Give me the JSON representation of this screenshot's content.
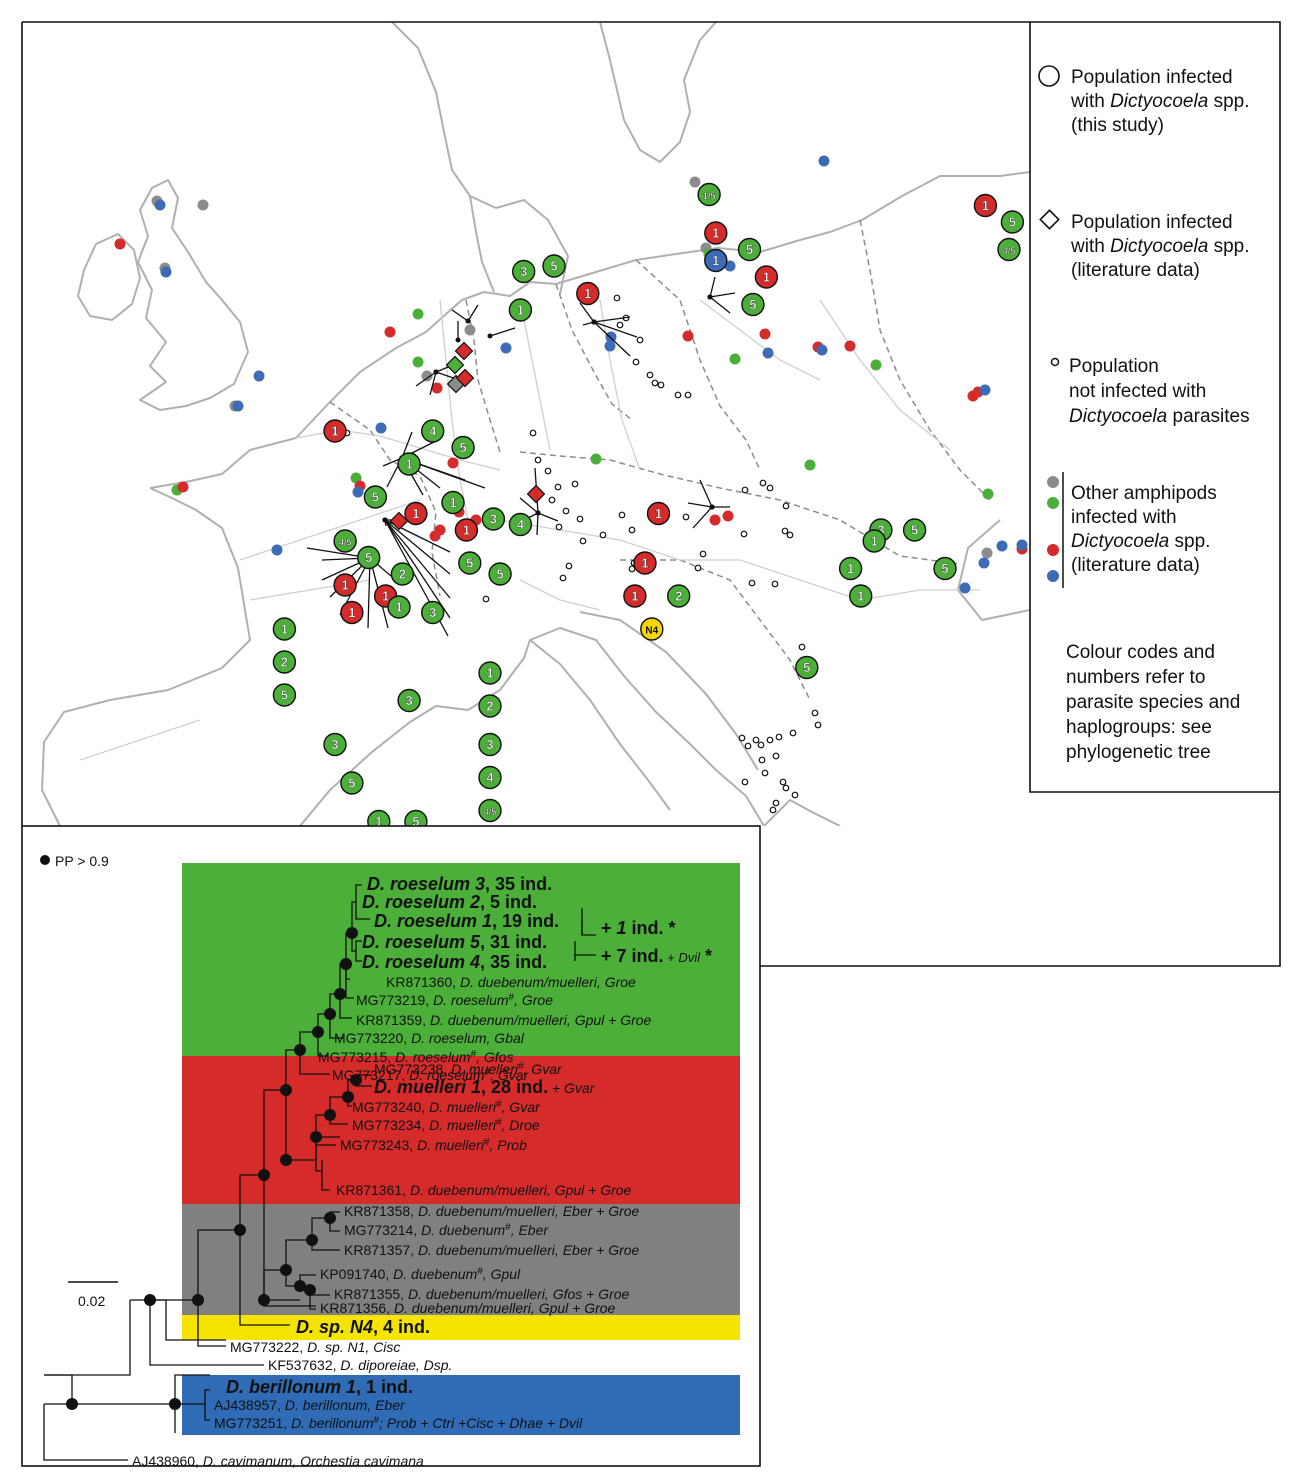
{
  "legend": {
    "this_study": {
      "l1": "Population infected",
      "l2_pre": "with ",
      "l2_it": "Dictyocoela",
      "l2_post": " spp.",
      "l3": "(this study)"
    },
    "literature": {
      "l1": "Population infected",
      "l2_pre": "with ",
      "l2_it": "Dictyocoela",
      "l2_post": " spp.",
      "l3": "(literature data)"
    },
    "not_infected": {
      "l1": "Population",
      "l2": "not infected with",
      "l3_it": "Dictyocoela",
      "l3_post": " parasites"
    },
    "other": {
      "l1": "Other amphipods",
      "l2": "infected with",
      "l3_it": "Dictyocoela",
      "l3_post": " spp.",
      "l4": "(literature data)"
    },
    "note": [
      "Colour codes and",
      "numbers refer to",
      "parasite species and",
      "haplogroups: see",
      "phylogenetic tree"
    ]
  },
  "colors": {
    "green": "#4caf3a",
    "red": "#d52b2b",
    "gray": "#8c8c8c",
    "blue": "#3d6bb5",
    "yellow": "#f4d600"
  },
  "map_markers": [
    {
      "n": "3",
      "c": "green",
      "lat": 52.9,
      "lon": 6.6
    },
    {
      "n": "5",
      "c": "green",
      "lat": 53.0,
      "lon": 7.5
    },
    {
      "n": "1",
      "c": "green",
      "lat": 52.2,
      "lon": 6.5
    },
    {
      "n": "1",
      "c": "red",
      "lat": 52.5,
      "lon": 8.5
    },
    {
      "n": "1/5",
      "c": "green",
      "lat": 54.3,
      "lon": 12.1
    },
    {
      "n": "1",
      "c": "red",
      "lat": 53.6,
      "lon": 12.3
    },
    {
      "n": "1",
      "c": "blue",
      "lat": 53.1,
      "lon": 12.3
    },
    {
      "n": "5",
      "c": "green",
      "lat": 53.3,
      "lon": 13.3
    },
    {
      "n": "1",
      "c": "red",
      "lat": 52.8,
      "lon": 13.8
    },
    {
      "n": "5",
      "c": "green",
      "lat": 52.3,
      "lon": 13.4
    },
    {
      "n": "1",
      "c": "red",
      "lat": 54.1,
      "lon": 20.3
    },
    {
      "n": "5",
      "c": "green",
      "lat": 53.8,
      "lon": 21.1
    },
    {
      "n": "4/5",
      "c": "green",
      "lat": 53.3,
      "lon": 21.0
    },
    {
      "n": "1",
      "c": "red",
      "lat": 50.0,
      "lon": 1.0
    },
    {
      "n": "4",
      "c": "green",
      "lat": 50.0,
      "lon": 3.9
    },
    {
      "n": "5",
      "c": "green",
      "lat": 49.7,
      "lon": 4.8
    },
    {
      "n": "1",
      "c": "green",
      "lat": 49.4,
      "lon": 3.2
    },
    {
      "n": "5",
      "c": "green",
      "lat": 48.8,
      "lon": 2.2
    },
    {
      "n": "1",
      "c": "red",
      "lat": 48.5,
      "lon": 3.4
    },
    {
      "n": "1",
      "c": "green",
      "lat": 48.7,
      "lon": 4.5
    },
    {
      "n": "1",
      "c": "red",
      "lat": 48.2,
      "lon": 4.9
    },
    {
      "n": "3",
      "c": "green",
      "lat": 48.4,
      "lon": 5.7
    },
    {
      "n": "4",
      "c": "green",
      "lat": 48.3,
      "lon": 6.5
    },
    {
      "n": "4/5",
      "c": "green",
      "lat": 48.0,
      "lon": 1.3
    },
    {
      "n": "5",
      "c": "green",
      "lat": 47.7,
      "lon": 2.0
    },
    {
      "n": "2",
      "c": "green",
      "lat": 47.4,
      "lon": 3.0
    },
    {
      "n": "5",
      "c": "green",
      "lat": 47.6,
      "lon": 5.0
    },
    {
      "n": "5",
      "c": "green",
      "lat": 47.4,
      "lon": 5.9
    },
    {
      "n": "1",
      "c": "red",
      "lat": 47.2,
      "lon": 1.3
    },
    {
      "n": "1",
      "c": "red",
      "lat": 46.7,
      "lon": 1.5
    },
    {
      "n": "1",
      "c": "red",
      "lat": 47.0,
      "lon": 2.5
    },
    {
      "n": "1",
      "c": "green",
      "lat": 46.8,
      "lon": 2.9
    },
    {
      "n": "3",
      "c": "green",
      "lat": 46.7,
      "lon": 3.9
    },
    {
      "n": "1",
      "c": "green",
      "lat": 46.4,
      "lon": -0.5
    },
    {
      "n": "2",
      "c": "green",
      "lat": 45.8,
      "lon": -0.5
    },
    {
      "n": "5",
      "c": "green",
      "lat": 45.2,
      "lon": -0.5
    },
    {
      "n": "3",
      "c": "green",
      "lat": 44.3,
      "lon": 1.0
    },
    {
      "n": "5",
      "c": "green",
      "lat": 43.6,
      "lon": 1.5
    },
    {
      "n": "3",
      "c": "green",
      "lat": 45.1,
      "lon": 3.2
    },
    {
      "n": "1",
      "c": "green",
      "lat": 45.6,
      "lon": 5.6
    },
    {
      "n": "2",
      "c": "green",
      "lat": 45.0,
      "lon": 5.6
    },
    {
      "n": "3",
      "c": "green",
      "lat": 44.3,
      "lon": 5.6
    },
    {
      "n": "4",
      "c": "green",
      "lat": 43.7,
      "lon": 5.6
    },
    {
      "n": "4/5",
      "c": "green",
      "lat": 43.1,
      "lon": 5.6
    },
    {
      "n": "1",
      "c": "green",
      "lat": 42.9,
      "lon": 2.3
    },
    {
      "n": "5",
      "c": "green",
      "lat": 42.9,
      "lon": 3.4
    },
    {
      "n": "1",
      "c": "red",
      "lat": 48.5,
      "lon": 10.6
    },
    {
      "n": "1",
      "c": "red",
      "lat": 47.6,
      "lon": 10.2
    },
    {
      "n": "1",
      "c": "red",
      "lat": 47.0,
      "lon": 9.9
    },
    {
      "n": "2",
      "c": "green",
      "lat": 47.0,
      "lon": 11.2
    },
    {
      "n": "N4",
      "c": "yellow",
      "lat": 46.4,
      "lon": 10.4
    },
    {
      "n": "1",
      "c": "green",
      "lat": 47.5,
      "lon": 16.3
    },
    {
      "n": "3",
      "c": "green",
      "lat": 48.2,
      "lon": 17.2
    },
    {
      "n": "5",
      "c": "green",
      "lat": 48.2,
      "lon": 18.2
    },
    {
      "n": "1",
      "c": "green",
      "lat": 48.0,
      "lon": 17.0
    },
    {
      "n": "5",
      "c": "green",
      "lat": 47.5,
      "lon": 19.1
    },
    {
      "n": "1",
      "c": "green",
      "lat": 47.0,
      "lon": 16.6
    },
    {
      "n": "5",
      "c": "green",
      "lat": 45.7,
      "lon": 15.0
    }
  ],
  "tree": {
    "pp_legend": "PP > 0.9",
    "scale": "0.02",
    "roeselum3": {
      "name": "D. roeselum 3",
      "count": ", 35 ind."
    },
    "roeselum2": {
      "name": "D. roeselum 2",
      "count": ", 5 ind."
    },
    "roeselum1": {
      "name": "D. roeselum 1",
      "count": ", 19 ind."
    },
    "roeselum5": {
      "name": "D. roeselum 5",
      "count": ", 31 ind."
    },
    "roeselum4": {
      "name": "D. roeselum 4",
      "count": ", 35 ind."
    },
    "plus1": {
      "pre": "+ ",
      "it": "1",
      "post": " ind. *"
    },
    "plus7": {
      "text": "+ 7 ind.",
      "small": " + Dvil",
      "star": " *"
    },
    "muelleri1": {
      "name": "D. muelleri 1",
      "count": ", 28 ind.",
      "small": " + Gvar"
    },
    "spN4": {
      "name": "D. sp. N4",
      "count": ", 4 ind."
    },
    "berillonum1": {
      "name": "D. berillonum 1",
      "count": ", 1 ind."
    },
    "seqs": {
      "s1": {
        "acc": "KR871360, ",
        "rest": "D. duebenum/muelleri, Groe",
        "hash": ""
      },
      "s2": {
        "acc": "MG773219, ",
        "rest": "D. roeselum",
        "hash": "#",
        "post": ", Groe"
      },
      "s3": {
        "acc": "KR871359, ",
        "rest": "D. duebenum/muelleri, Gpul + Groe",
        "hash": ""
      },
      "s4": {
        "acc": "MG773220, ",
        "rest": "D. roeselum, Gbal",
        "hash": ""
      },
      "s5": {
        "acc": "MG773215, ",
        "rest": "D. roeselum",
        "hash": "#",
        "post": ", Gfos"
      },
      "s6": {
        "acc": "MG773217, ",
        "rest": "D. roeselum",
        "hash": "#",
        "post": ", Gvar"
      },
      "s7": {
        "acc": "MG773238, ",
        "rest": "D. muelleri",
        "hash": "#",
        "post": ", Gvar"
      },
      "s8": {
        "acc": "MG773240, ",
        "rest": "D. muelleri",
        "hash": "#",
        "post": ", Gvar"
      },
      "s9": {
        "acc": "MG773234, ",
        "rest": "D. muelleri",
        "hash": "#",
        "post": ", Droe"
      },
      "s10": {
        "acc": "MG773243, ",
        "rest": "D. muelleri",
        "hash": "#",
        "post": ", Prob"
      },
      "s11": {
        "acc": "KR871361, ",
        "rest": "D. duebenum/muelleri, Gpul + Groe",
        "hash": ""
      },
      "s12": {
        "acc": "KR871358, ",
        "rest": "D. duebenum/muelleri, Eber + Groe",
        "hash": ""
      },
      "s13": {
        "acc": "MG773214, ",
        "rest": "D. duebenum",
        "hash": "#",
        "post": ", Eber"
      },
      "s14": {
        "acc": "KR871357, ",
        "rest": "D. duebenum/muelleri, Eber + Groe",
        "hash": ""
      },
      "s15": {
        "acc": "KP091740, ",
        "rest": "D. duebenum",
        "hash": "#",
        "post": ", Gpul"
      },
      "s16": {
        "acc": "KR871355, ",
        "rest": "D. duebenum/muelleri, Gfos + Groe",
        "hash": ""
      },
      "s17": {
        "acc": "KR871356, ",
        "rest": "D. duebenum/muelleri, Gpul + Groe",
        "hash": ""
      },
      "s18": {
        "acc": "MG773222, ",
        "rest": "D. sp. N1, Cisc",
        "hash": ""
      },
      "s19": {
        "acc": "KF537632, ",
        "rest": "D. diporeiae, Dsp.",
        "hash": ""
      },
      "s20": {
        "acc": "AJ438957, ",
        "rest": "D. berillonum, Eber",
        "hash": ""
      },
      "s21": {
        "acc": "MG773251, ",
        "rest": "D. berillonum",
        "hash": "#",
        "post": "; Prob + Ctri +Cisc + Dhae + Dvil"
      },
      "s22": {
        "acc": "AJ438960, ",
        "rest": "D. cavimanum, Orchestia cavimana",
        "hash": ""
      }
    }
  }
}
